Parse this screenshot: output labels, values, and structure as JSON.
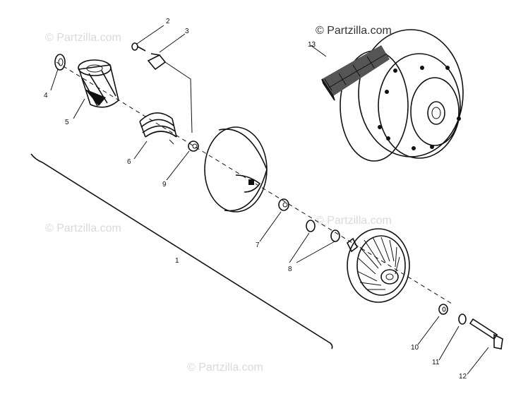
{
  "watermarks": [
    "© Partzilla.com",
    "© Partzilla.com",
    "© Partzilla.com",
    "© Partzilla.com",
    "© Partzilla.com"
  ],
  "callouts": [
    "1",
    "2",
    "3",
    "4",
    "5",
    "6",
    "7",
    "8",
    "9",
    "10",
    "11",
    "12",
    "13"
  ],
  "colors": {
    "ink": "#111111",
    "watermark": "#d9d9d9",
    "background": "#ffffff"
  }
}
